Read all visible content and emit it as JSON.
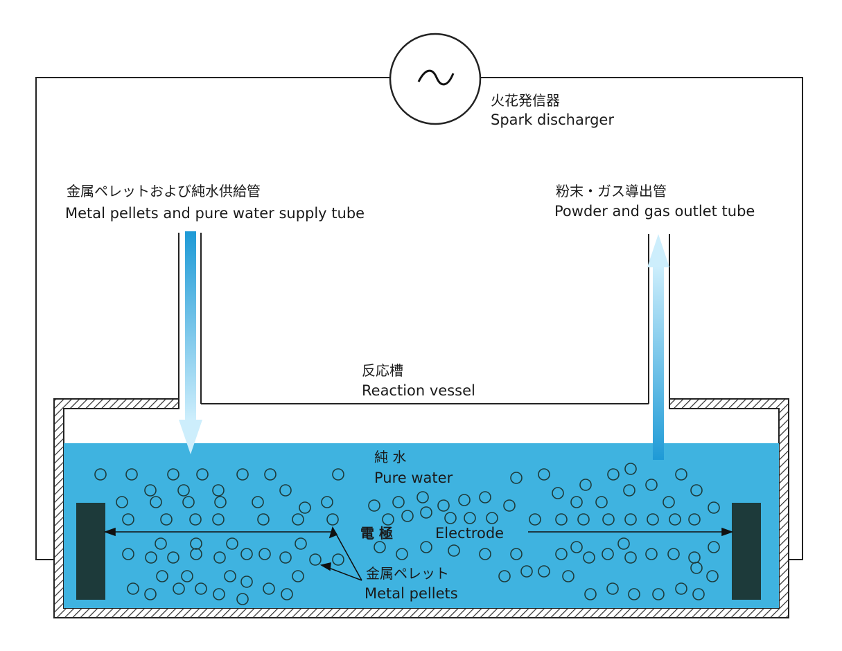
{
  "generator": {
    "symbol": "~",
    "label_jp": "火花発信器",
    "label_en": "Spark discharger"
  },
  "supply_tube": {
    "label_jp": "金属ペレットおよび純水供給管",
    "label_en": "Metal pellets and pure water supply tube"
  },
  "outlet_tube": {
    "label_jp": "粉末・ガス導出管",
    "label_en": "Powder and gas outlet tube"
  },
  "vessel": {
    "label_jp": "反応槽",
    "label_en": "Reaction vessel"
  },
  "water": {
    "label_jp": "純 水",
    "label_en": "Pure water",
    "color": "#3fb3e0"
  },
  "electrode": {
    "label_jp": "電 極",
    "label_en": "Electrode",
    "color": "#1d3a3a"
  },
  "pellets": {
    "label_jp": "金属ペレット",
    "label_en": "Metal pellets"
  },
  "colors": {
    "arrow_light": "#cdeefc",
    "arrow_dark": "#1e9ad6",
    "hatch": "#333333"
  }
}
